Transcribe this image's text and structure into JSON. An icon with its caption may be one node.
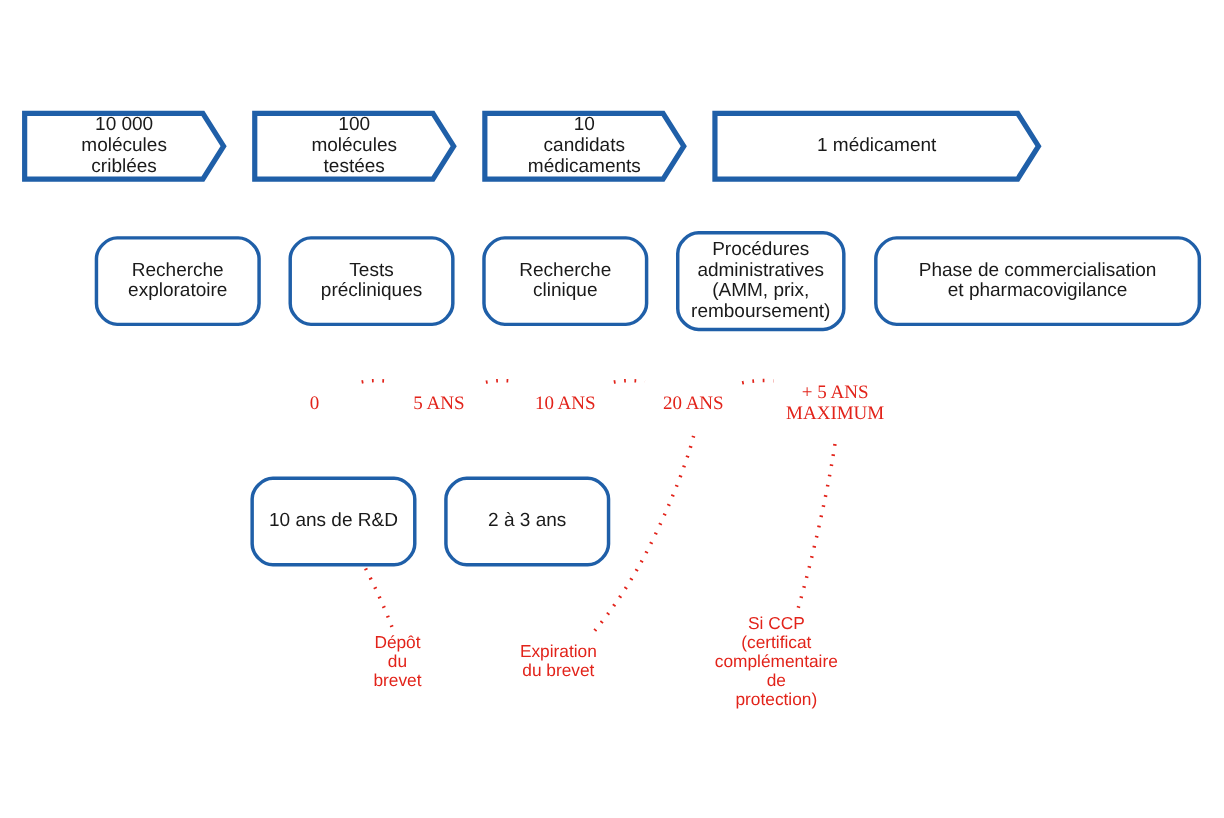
{
  "diagram": {
    "nodes": [
      {
        "text": [
          "10 000 molécules criblées"
        ]
      },
      {
        "text": [
          "100 molécules testées"
        ]
      },
      {
        "text": [
          "10 candidats médicaments"
        ]
      },
      {
        "text": [
          "1 médicament"
        ]
      },
      {
        "text": [
          "Recherche exploratoire"
        ]
      },
      {
        "text": [
          "Tests précliniques"
        ]
      },
      {
        "text": [
          "Recherche clinique"
        ]
      },
      {
        "text": [
          "Procédures administratives (AMM, prix, remboursement)"
        ]
      },
      {
        "text": [
          "Phase de commercialisation et pharmacovigilance"
        ]
      },
      {
        "text": [
          "0"
        ]
      },
      {
        "text": [
          "5 ANS"
        ]
      },
      {
        "text": [
          "10 ANS"
        ]
      },
      {
        "text": [
          "20 ANS"
        ]
      },
      {
        "text": [
          "+ 5 ANS MAXIMUM"
        ]
      },
      {
        "text": [
          "10 ans de R&D"
        ]
      },
      {
        "text": [
          "2 à 3 ans"
        ]
      },
      {
        "text": [
          "Dépôt du brevet"
        ]
      },
      {
        "text": [
          "Expiration du brevet"
        ]
      },
      {
        "text": [
          "Si CCP (certificat complémentaire de protection)"
        ]
      }
    ],
    "edges": [
      {
        "from": 9,
        "to": 10,
        "arrow": "none",
        "style": "dashed"
      },
      {
        "from": 10,
        "to": 11,
        "arrow": "none",
        "style": "dashed"
      },
      {
        "from": 11,
        "to": 12,
        "arrow": "none",
        "style": "dashed"
      },
      {
        "from": 12,
        "to": 13,
        "arrow": "none",
        "style": "dashed"
      },
      {
        "from": 16,
        "to": 14,
        "arrow": "none",
        "style": "dashed"
      },
      {
        "from": 17,
        "to": 12,
        "arrow": "none",
        "style": "dashed"
      },
      {
        "from": 18,
        "to": 13,
        "arrow": "none",
        "style": "dashed"
      }
    ]
  }
}
